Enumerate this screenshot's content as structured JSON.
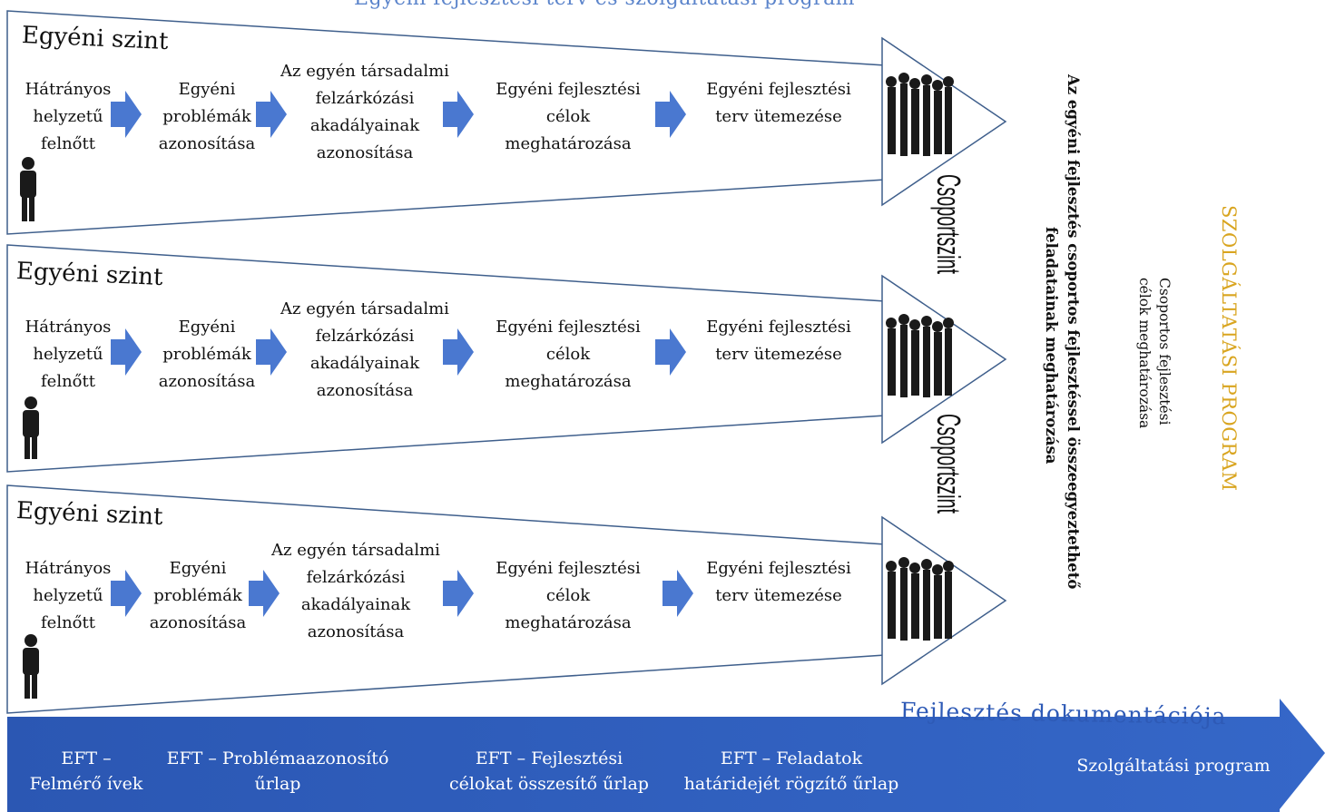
{
  "header": {
    "title": "Egyéni fejlesztési terv és szolgáltatási program"
  },
  "levels": [
    {
      "label": "Egyéni szint",
      "steps": [
        "Hátrányos helyzetű felnőtt",
        "Egyéni problémák azonosítása",
        "Az egyén társadalmi felzárkózási akadályainak azonosítása",
        "Egyéni fejlesztési célok meghatározása",
        "Egyéni fejlesztési terv ütemezése"
      ]
    },
    {
      "label": "Egyéni szint",
      "steps": [
        "Hátrányos helyzetű felnőtt",
        "Egyéni problémák azonosítása",
        "Az egyén társadalmi felzárkózási akadályainak azonosítása",
        "Egyéni fejlesztési célok meghatározása",
        "Egyéni fejlesztési terv ütemezése"
      ]
    },
    {
      "label": "Egyéni szint",
      "steps": [
        "Hátrányos helyzetű felnőtt",
        "Egyéni problémák azonosítása",
        "Az egyén társadalmi felzárkózási akadályainak azonosítása",
        "Egyéni fejlesztési célok meghatározása",
        "Egyéni fejlesztési terv ütemezése"
      ]
    }
  ],
  "group_level": {
    "label": "Csoportszint"
  },
  "vertical": {
    "main_line1": "Az egyéni fejlesztés csoportos fejlesztéssel összeegyeztethető",
    "main_line2": "feladatainak meghatározása",
    "group_goals_line1": "Csoportos fejlesztési",
    "group_goals_line2": "célok meghatározása",
    "service_program": "SZOLGÁLTATÁSI PROGRAM"
  },
  "documentation": {
    "title": "Fejlesztés dokumentációja",
    "items": [
      {
        "line1": "EFT –",
        "line2": "Felmérő ívek"
      },
      {
        "line1": "EFT – Problémaazonosító",
        "line2": "űrlap"
      },
      {
        "line1": "EFT – Fejlesztési",
        "line2": "célokat összesítő űrlap"
      },
      {
        "line1": "EFT – Feladatok",
        "line2": "határidejét rögzítő űrlap"
      },
      {
        "line1": "Szolgáltatási program",
        "line2": ""
      }
    ]
  },
  "colors": {
    "arrow_blue": "#4a78d0",
    "band_blue": "#2e5ab6",
    "outline": "#3f5f8c",
    "service_gold": "#d9a520"
  }
}
